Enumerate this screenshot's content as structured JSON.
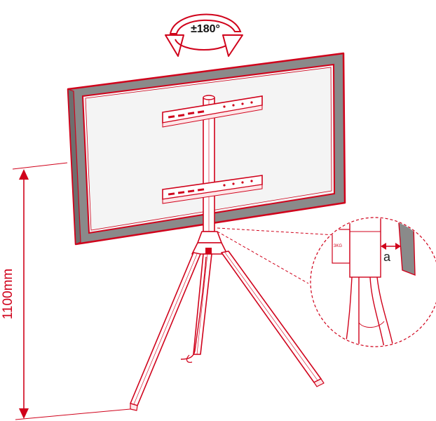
{
  "rotation": {
    "label": "±180°"
  },
  "height_dimension": {
    "label": "1100mm"
  },
  "detail_view": {
    "gap_label": "a",
    "stamp_text": "3KG"
  },
  "colors": {
    "accent": "#d0021b",
    "screen_gray": "#8a8a8a",
    "panel": "#f4f4f4"
  },
  "icons": {
    "rotation": "rotate-arrows-icon"
  }
}
